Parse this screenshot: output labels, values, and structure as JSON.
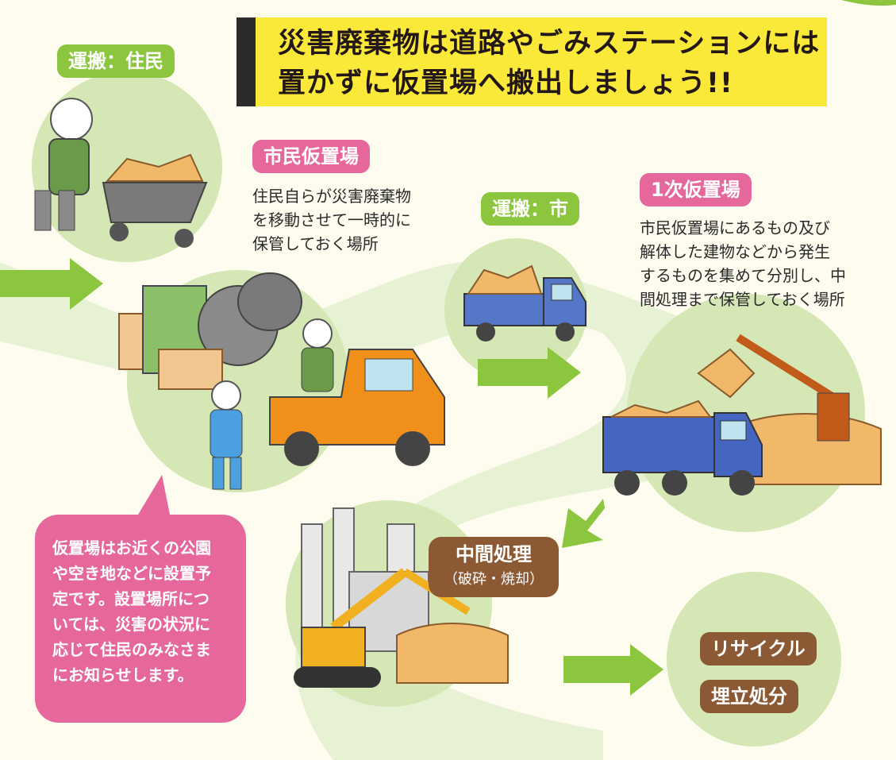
{
  "title": {
    "line1": "災害廃棄物は道路やごみステーションには",
    "line2": "置かずに仮置場へ搬出しましょう!!"
  },
  "steps": {
    "carry_residents": "運搬：住民",
    "citizen_site": {
      "label": "市民仮置場",
      "desc": [
        "住民自らが災害廃棄物",
        "を移動させて一時的に",
        "保管しておく場所"
      ]
    },
    "carry_city": "運搬：市",
    "primary_site": {
      "label": "1次仮置場",
      "desc": [
        "市民仮置場にあるもの及び",
        "解体した建物などから発生",
        "するものを集めて分別し、中",
        "間処理まで保管しておく場所"
      ]
    },
    "intermediate": {
      "label": "中間処理",
      "sub": "（破砕・焼却）"
    },
    "recycle": "リサイクル",
    "landfill": "埋立処分"
  },
  "note": {
    "lines": [
      "仮置場はお近くの公園",
      "や空き地などに設置予",
      "定です。設置場所につ",
      "いては、災害の状況に",
      "応じて住民のみなさま",
      "にお知らせします。"
    ]
  },
  "colors": {
    "background": "#fdfcee",
    "title_bg": "#fbe93a",
    "accent_green": "#8cc63f",
    "accent_pink": "#e6679c",
    "accent_brown": "#8b5a34",
    "path_green": "#e4efcf"
  }
}
